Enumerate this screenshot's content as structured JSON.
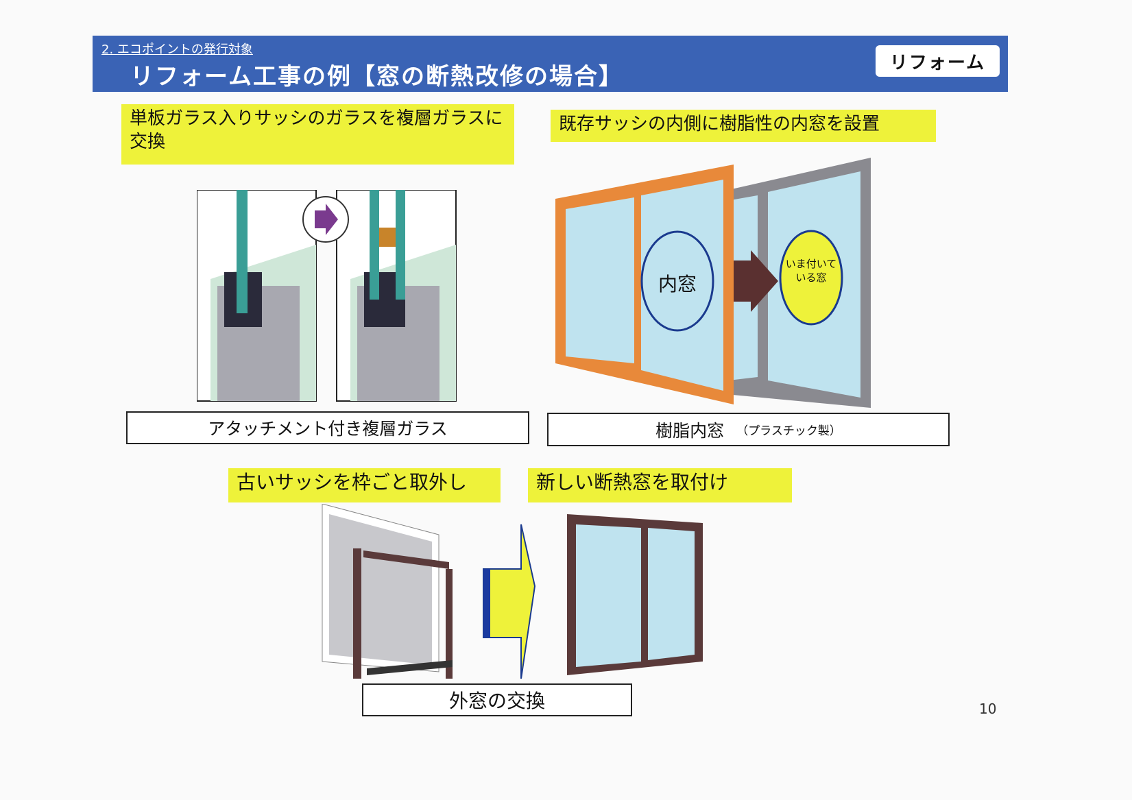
{
  "header": {
    "section": "2. エコポイントの発行対象",
    "title": "リフォーム工事の例【窓の断熱改修の場合】",
    "badge": "リフォーム"
  },
  "examples": [
    {
      "heading": "単板ガラス入りサッシのガラスを複層ガラスに交換",
      "caption": "アタッチメント付き複層ガラス"
    },
    {
      "heading": "既存サッシの内側に樹脂性の内窓を設置",
      "caption": "樹脂内窓",
      "caption_note": "（プラスチック製）",
      "labels": {
        "inner": "内窓",
        "existing": "いま付いている窓"
      }
    },
    {
      "heading_left": "古いサッシを枠ごと取外し",
      "heading_right": "新しい断熱窓を取付け",
      "caption": "外窓の交換"
    }
  ],
  "page_number": "10",
  "colors": {
    "header": "#3a63b5",
    "highlight": "#eef23a",
    "inner_frame": "#e8893a"
  }
}
